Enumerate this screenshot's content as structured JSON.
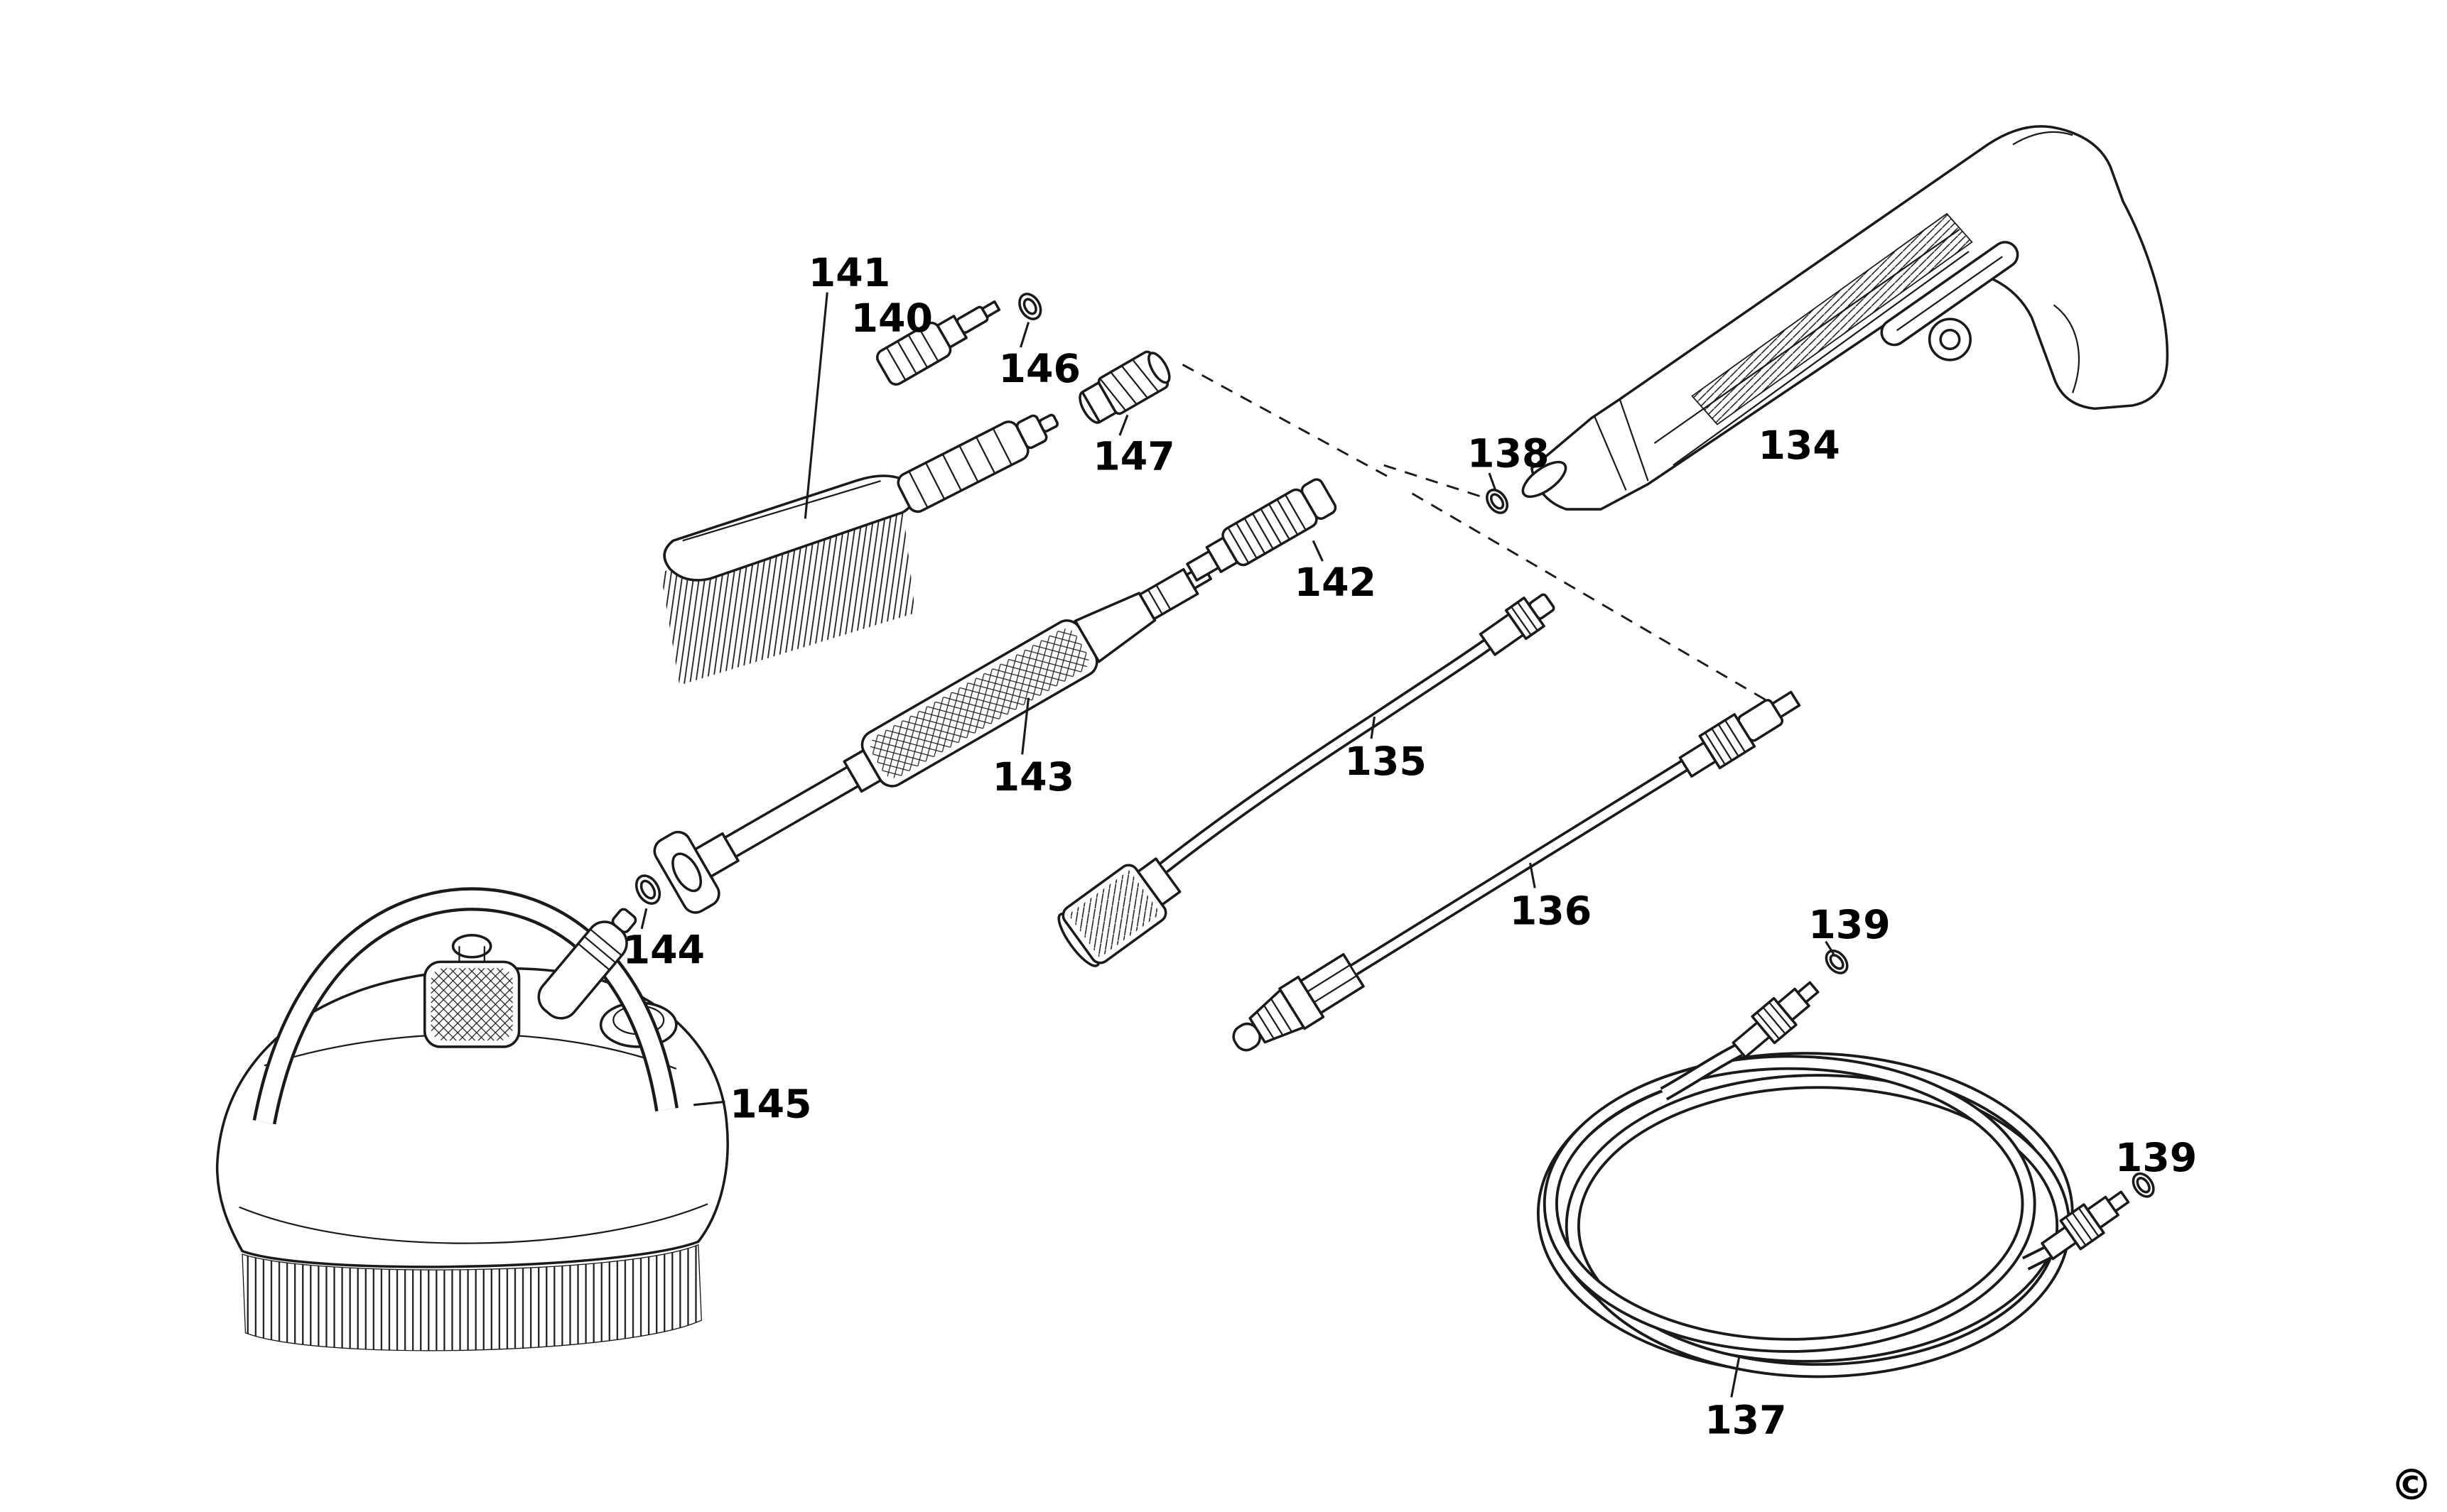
{
  "colors": {
    "background": "#ffffff",
    "line_art": "#1a1a1a"
  },
  "copyright": "©",
  "labels": [
    {
      "text": "141"
    },
    {
      "text": "140"
    },
    {
      "text": "146"
    },
    {
      "text": "147"
    },
    {
      "text": "134"
    },
    {
      "text": "138"
    },
    {
      "text": "142"
    },
    {
      "text": "143"
    },
    {
      "text": "135"
    },
    {
      "text": "136"
    },
    {
      "text": "144"
    },
    {
      "text": "145"
    },
    {
      "text": "139"
    },
    {
      "text": "137"
    },
    {
      "text": "139"
    }
  ]
}
